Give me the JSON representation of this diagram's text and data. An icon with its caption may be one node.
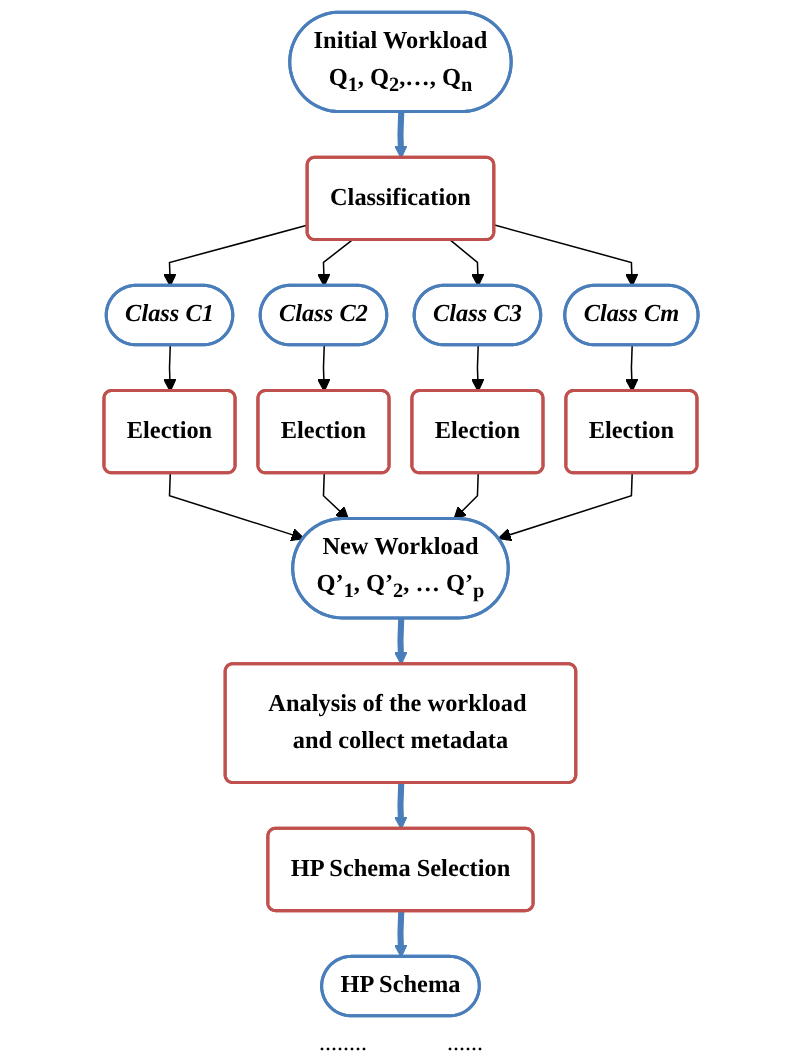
{
  "diagram": {
    "nodes": [
      {
        "text": [
          "Initial Workload",
          "Q$_{1}$, Q$_{2}$,…, Q$_{n}$"
        ]
      },
      {
        "text": [
          "Classification"
        ]
      },
      {
        "text": [
          "Class C1"
        ]
      },
      {
        "text": [
          "Class C2"
        ]
      },
      {
        "text": [
          "Class C3"
        ]
      },
      {
        "text": [
          "Class Cm"
        ]
      },
      {
        "text": [
          "Election"
        ]
      },
      {
        "text": [
          "Election"
        ]
      },
      {
        "text": [
          "Election"
        ]
      },
      {
        "text": [
          "Election"
        ]
      },
      {
        "text": [
          "New Workload",
          "Q’$_{1}$, Q’$_{2}$, … Q’$_{p}$"
        ]
      },
      {
        "text": [
          "Analysis of the workload and collect metadata"
        ]
      },
      {
        "text": [
          "HP Schema Selection"
        ]
      },
      {
        "text": [
          "HP Schema"
        ]
      }
    ],
    "edges": [
      {
        "from": 0,
        "to": 1,
        "arrow": "to",
        "style": "thick",
        "color": "#4a7ebb"
      },
      {
        "from": 1,
        "to": 2,
        "arrow": "to"
      },
      {
        "from": 1,
        "to": 3,
        "arrow": "to"
      },
      {
        "from": 1,
        "to": 4,
        "arrow": "to"
      },
      {
        "from": 1,
        "to": 5,
        "arrow": "to"
      },
      {
        "from": 2,
        "to": 6,
        "arrow": "to"
      },
      {
        "from": 3,
        "to": 7,
        "arrow": "to"
      },
      {
        "from": 4,
        "to": 8,
        "arrow": "to"
      },
      {
        "from": 5,
        "to": 9,
        "arrow": "to"
      },
      {
        "from": 6,
        "to": 10,
        "arrow": "to"
      },
      {
        "from": 7,
        "to": 10,
        "arrow": "to"
      },
      {
        "from": 8,
        "to": 10,
        "arrow": "to"
      },
      {
        "from": 9,
        "to": 10,
        "arrow": "to"
      },
      {
        "from": 10,
        "to": 11,
        "arrow": "to",
        "style": "thick",
        "color": "#4a7ebb"
      },
      {
        "from": 11,
        "to": 12,
        "arrow": "to",
        "style": "thick",
        "color": "#4a7ebb"
      },
      {
        "from": 12,
        "to": 13,
        "arrow": "to",
        "style": "thick",
        "color": "#4a7ebb"
      }
    ],
    "labels": [
      "........",
      "......"
    ]
  }
}
